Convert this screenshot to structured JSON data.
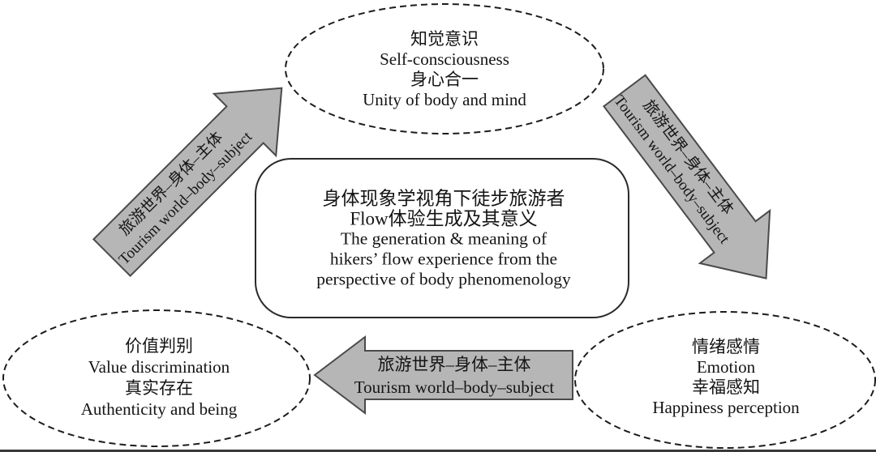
{
  "diagram": {
    "description": "Conceptual diagram of hikers' flow experience from body phenomenology perspective",
    "colors": {
      "background": "#ffffff",
      "arrow_fill": "#b6b6b6",
      "arrow_stroke": "#4a4a4a",
      "shape_stroke": "#1c1c1c",
      "text": "#141414",
      "bottom_bar": "#3a3a3a"
    },
    "center_box": {
      "lines": [
        "身体现象学视角下徒步旅游者",
        "Flow体验生成及其意义",
        "The generation & meaning of",
        "hikers’ flow experience from the",
        "perspective of body phenomenology"
      ]
    },
    "nodes": {
      "top": {
        "lines": [
          "知觉意识",
          "Self-consciousness",
          "身心合一",
          "Unity of body and mind"
        ]
      },
      "bottom_left": {
        "lines": [
          "价值判别",
          "Value discrimination",
          "真实存在",
          "Authenticity and being"
        ]
      },
      "bottom_right": {
        "lines": [
          "情绪感情",
          "Emotion",
          "幸福感知",
          "Happiness perception"
        ]
      }
    },
    "arrows": {
      "up_right": {
        "zh": "旅游世界–身体–主体",
        "en": "Tourism world–body–subject"
      },
      "down_right": {
        "zh": "旅游世界–身体–主体",
        "en": "Tourism world–body–subject"
      },
      "left": {
        "zh": "旅游世界–身体–主体",
        "en": "Tourism world–body–subject"
      }
    }
  }
}
